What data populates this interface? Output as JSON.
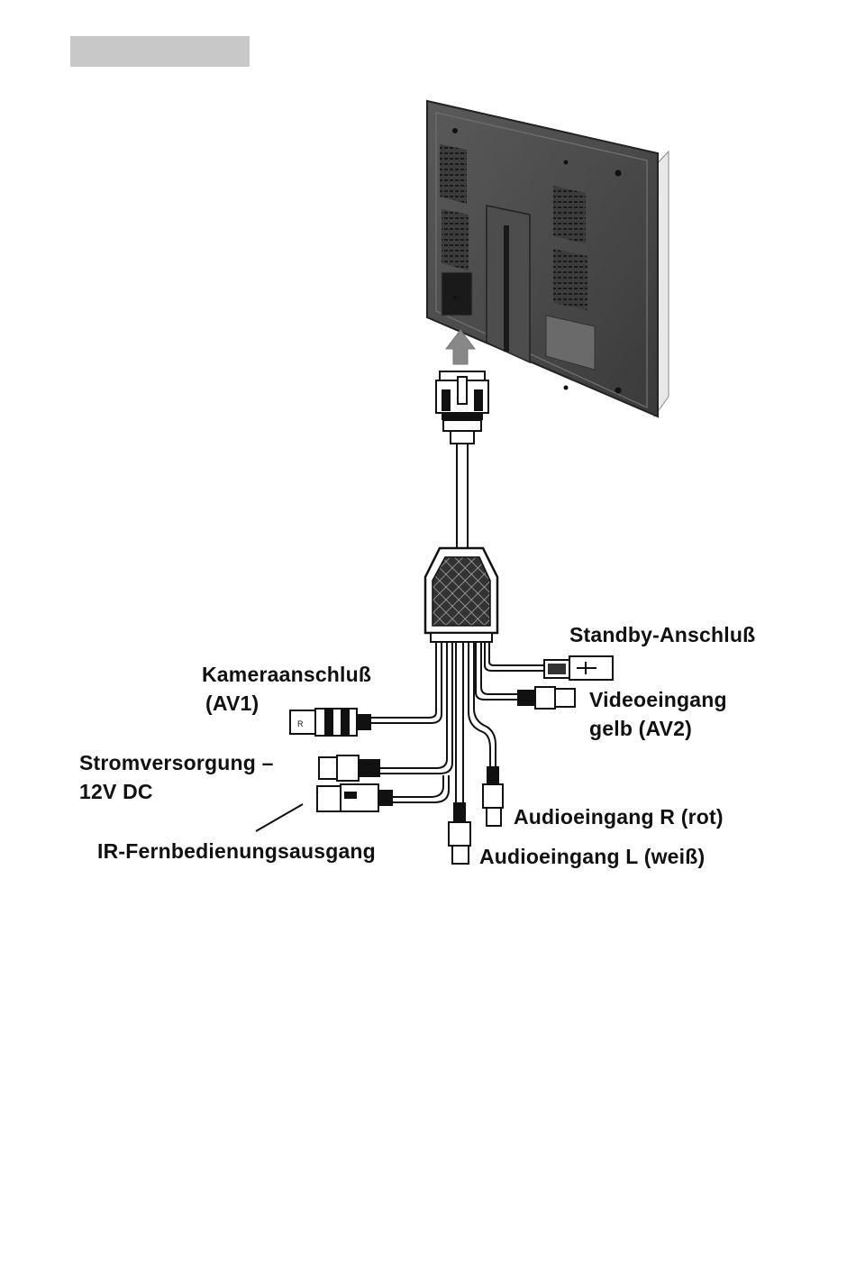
{
  "labels": {
    "standby": "Standby-Anschluß",
    "camera_line1": "Kameraanschluß",
    "camera_line2": "(AV1)",
    "video_line1": "Videoeingang",
    "video_line2": "gelb (AV2)",
    "power_line1": "Stromversorgung –",
    "power_line2": "12V DC",
    "audio_r": "Audioeingang R (rot)",
    "ir_output": "IR-Fernbedienungsausgang",
    "audio_l": "Audioeingang L (weiß)"
  },
  "colors": {
    "header_bar": "#c8c8c8",
    "monitor_body": "#4a4a4a",
    "line": "#111111"
  }
}
